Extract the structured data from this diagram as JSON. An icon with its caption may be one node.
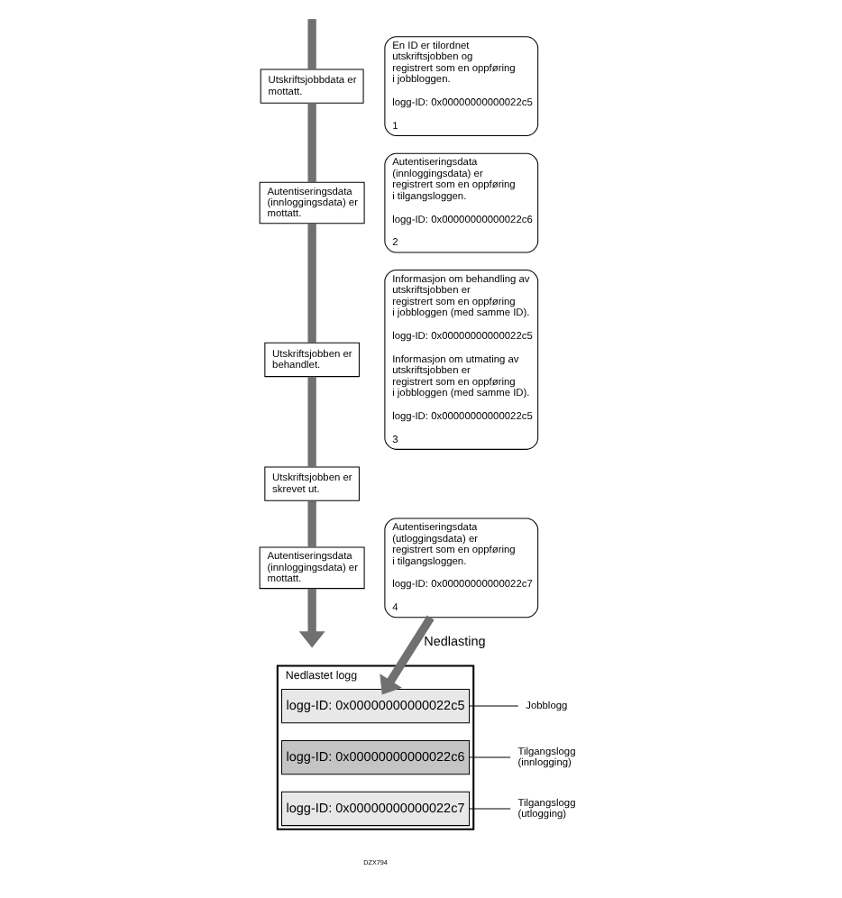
{
  "diagram": {
    "nodes": [
      {
        "text": [
          "Utskriftsjobbdata er mottatt."
        ]
      },
      {
        "text": [
          "En ID er tilordnet utskriftsjobben og registrert som en oppføring i jobbloggen.",
          "logg-ID: 0x00000000000022c5",
          "1"
        ]
      },
      {
        "text": [
          "Autentiseringsdata (innloggingsdata) er mottatt."
        ]
      },
      {
        "text": [
          "Autentiseringsdata (innloggingsdata) er registrert som en oppføring i tilgangsloggen.",
          "logg-ID: 0x00000000000022c6",
          "2"
        ]
      },
      {
        "text": [
          "Utskriftsjobben er behandlet."
        ]
      },
      {
        "text": [
          "Informasjon om behandling av utskriftsjobben er registrert som en oppføring i jobbloggen (med samme ID).",
          "logg-ID: 0x00000000000022c5",
          "Informasjon om utmating av utskriftsjobben er registrert som en oppføring i jobbloggen (med samme ID).",
          "logg-ID: 0x00000000000022c5",
          "3"
        ]
      },
      {
        "text": [
          "Utskriftsjobben er skrevet ut."
        ]
      },
      {
        "text": [
          "Autentiseringsdata (innloggingsdata) er mottatt."
        ]
      },
      {
        "text": [
          "Autentiseringsdata (utloggingsdata) er registrert som en oppføring i tilgangsloggen.",
          "logg-ID: 0x00000000000022c7",
          "4"
        ]
      },
      {
        "text": [
          "Nedlastet logg"
        ]
      },
      {
        "text": [
          "logg-ID: 0x00000000000022c5"
        ],
        "in": 9
      },
      {
        "text": [
          "logg-ID: 0x00000000000022c6"
        ],
        "in": 9
      },
      {
        "text": [
          "logg-ID: 0x00000000000022c7"
        ],
        "in": 9
      },
      {
        "text": [
          "Jobblogg"
        ]
      },
      {
        "text": [
          "Tilgangslogg (innlogging)"
        ]
      },
      {
        "text": [
          "Tilgangslogg (utlogging)"
        ]
      }
    ],
    "edges": [
      {
        "from": null,
        "to": 0,
        "arrow": "none",
        "color": "#707070"
      },
      {
        "from": 0,
        "to": 2,
        "arrow": "none",
        "color": "#707070"
      },
      {
        "from": 2,
        "to": 4,
        "arrow": "none",
        "color": "#707070"
      },
      {
        "from": 4,
        "to": 6,
        "arrow": "none",
        "color": "#707070"
      },
      {
        "from": 6,
        "to": 7,
        "arrow": "none",
        "color": "#707070"
      },
      {
        "from": 7,
        "to": null,
        "arrow": "to",
        "color": "#707070"
      },
      {
        "from": 8,
        "to": 9,
        "arrow": "to",
        "label": "Nedlasting",
        "color": "#707070"
      },
      {
        "from": 10,
        "to": 13,
        "arrow": "none",
        "color": "#000000"
      },
      {
        "from": 11,
        "to": 14,
        "arrow": "none",
        "color": "#000000"
      },
      {
        "from": 12,
        "to": 15,
        "arrow": "none",
        "color": "#000000"
      }
    ],
    "labels": [
      "DZX794"
    ]
  }
}
